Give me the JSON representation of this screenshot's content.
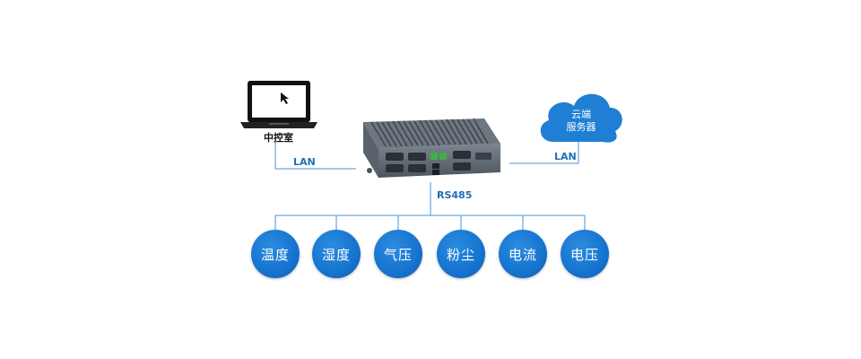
{
  "diagram": {
    "labels": {
      "control_room": "中控室",
      "lan_left": "LAN",
      "lan_right": "LAN",
      "bus": "RS485",
      "cloud_line1": "云端",
      "cloud_line2": "服务器"
    },
    "nodes": [
      "温度",
      "湿度",
      "气压",
      "粉尘",
      "电流",
      "电压"
    ],
    "colors": {
      "line": "#4a90d9",
      "node_fill": "#1673cf",
      "cloud_fill": "#1f7fd4",
      "label": "#1f6fb5"
    }
  }
}
